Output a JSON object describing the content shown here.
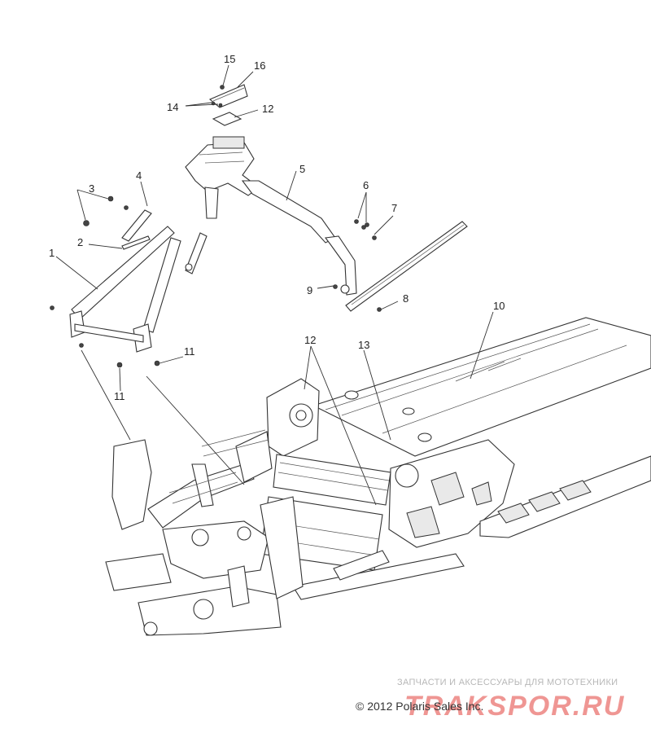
{
  "callouts": {
    "c1": "1",
    "c2": "2",
    "c3": "3",
    "c4": "4",
    "c5": "5",
    "c6": "6",
    "c7": "7",
    "c8": "8",
    "c9": "9",
    "c10": "10",
    "c11a": "11",
    "c11b": "11",
    "c12a": "12",
    "c12b": "12",
    "c13": "13",
    "c14": "14",
    "c15": "15",
    "c16": "16"
  },
  "footer": {
    "watermark_line": "ЗАПЧАСТИ И АКСЕССУАРЫ ДЛЯ МОТОТЕХНИКИ",
    "watermark_logo": "TRAKSPOR.RU",
    "copyright": "© 2012 Polaris Sales Inc."
  },
  "colors": {
    "watermark_red": "#e2403a",
    "line": "#333333"
  }
}
